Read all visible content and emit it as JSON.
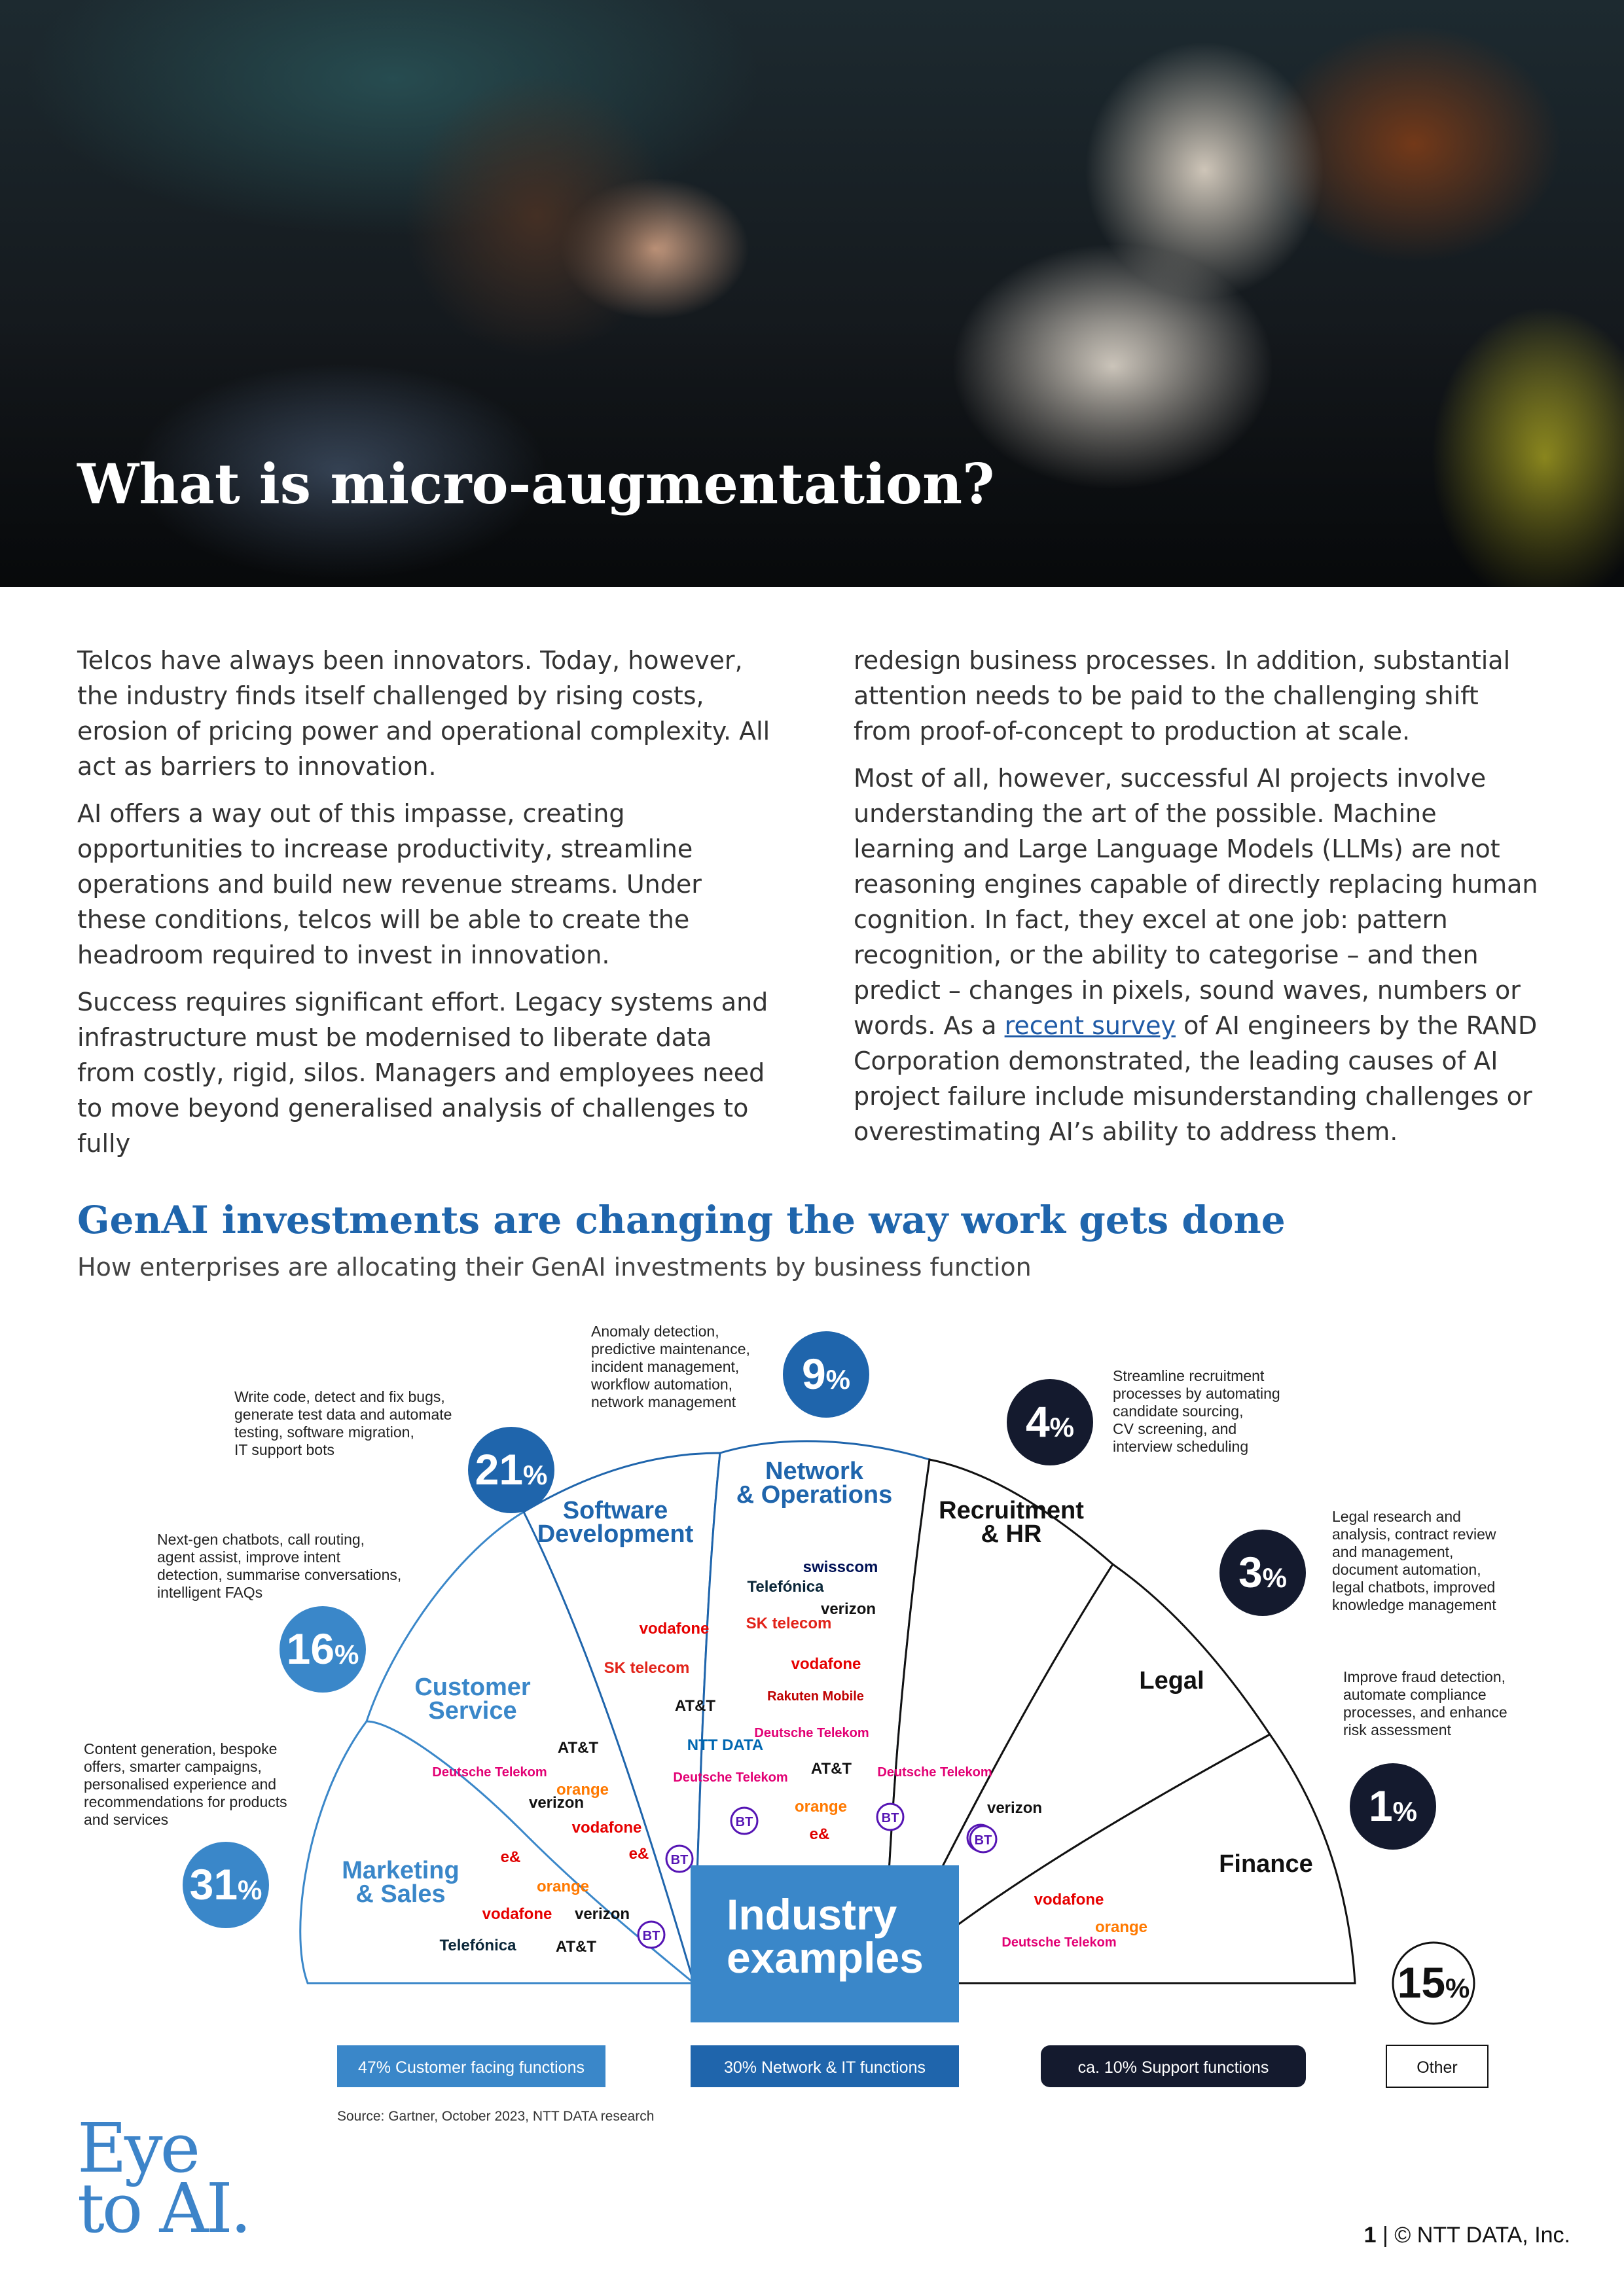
{
  "hero": {
    "title": "What is micro-augmentation?"
  },
  "intro": {
    "left": [
      "Telcos have always been innovators. Today, however, the industry finds itself challenged by rising costs, erosion of pricing power and operational complexity. All act as barriers to innovation.",
      "AI offers a way out of this impasse, creating opportunities to increase productivity, streamline operations and build new revenue streams. Under these conditions, telcos will be able to create the headroom required to invest in innovation.",
      "Success requires significant effort. Legacy systems and infrastructure must be modernised to liberate data from costly, rigid, silos. Managers and employees need to move beyond generalised analysis of challenges to fully"
    ],
    "right_p1": "redesign business processes. In addition, substantial attention needs to be paid to the challenging shift from proof-of-concept to production at scale.",
    "right_p2_before": "Most of all, however, successful AI projects involve understanding the art of the possible. Machine learning and Large Language Models (LLMs) are not reasoning engines capable of directly replacing human cognition. In fact, they excel at one job: pattern recognition, or the ability to categorise – and then predict – changes in pixels, sound waves, numbers or words. As a ",
    "right_p2_link": "recent survey",
    "right_p2_after": " of AI engineers by the RAND Corporation demonstrated, the leading causes of AI project failure include misunderstanding challenges or overestimating AI’s ability to address them."
  },
  "chart_heading": {
    "title": "GenAI investments are changing the way work gets done",
    "subtitle": "How enterprises are allocating their GenAI investments by business function"
  },
  "chart_data": {
    "type": "pie",
    "title": "GenAI investments are changing the way work gets done",
    "subtitle": "How enterprises are allocating their GenAI investments by business function",
    "unit": "%",
    "center_label": [
      "Industry",
      "examples"
    ],
    "slices": [
      {
        "name": "Marketing & Sales",
        "lines": [
          "Marketing",
          "& Sales"
        ],
        "value": 31,
        "group": "customer",
        "description": [
          "Content generation, bespoke",
          "offers, smarter campaigns,",
          "personalised experience and",
          "recommendations for products",
          "and services"
        ],
        "examples": [
          "e&",
          "orange",
          "vodafone",
          "verizon",
          "Telefónica",
          "AT&T",
          "BT"
        ]
      },
      {
        "name": "Customer Service",
        "lines": [
          "Customer",
          "Service"
        ],
        "value": 16,
        "group": "customer",
        "description": [
          "Next-gen chatbots, call routing,",
          "agent assist, improve intent",
          "detection, summarise conversations,",
          "intelligent FAQs"
        ],
        "examples": [
          "Deutsche Telekom",
          "AT&T",
          "orange",
          "verizon",
          "vodafone",
          "e&",
          "BT"
        ]
      },
      {
        "name": "Software Development",
        "lines": [
          "Software",
          "Development"
        ],
        "value": 21,
        "group": "network",
        "description": [
          "Write code, detect and fix bugs,",
          "generate test data and automate",
          "testing, software migration,",
          "IT support bots"
        ],
        "examples": [
          "vodafone",
          "SK telecom",
          "AT&T",
          "NTT DATA",
          "Deutsche Telekom",
          "BT"
        ]
      },
      {
        "name": "Network & Operations",
        "lines": [
          "Network",
          "& Operations"
        ],
        "value": 9,
        "group": "network",
        "description": [
          "Anomaly detection,",
          "predictive maintenance,",
          "incident management,",
          "workflow automation,",
          "network management"
        ],
        "examples": [
          "swisscom",
          "Telefónica",
          "verizon",
          "SK telecom",
          "vodafone",
          "Rakuten Mobile",
          "Deutsche Telekom",
          "AT&T",
          "orange",
          "e&",
          "BT"
        ]
      },
      {
        "name": "Recruitment & HR",
        "lines": [
          "Recruitment",
          "& HR"
        ],
        "value": 4,
        "group": "support",
        "description": [
          "Streamline recruitment",
          "processes by automating",
          "candidate sourcing,",
          "CV screening, and",
          "interview scheduling"
        ],
        "examples": [
          "Deutsche Telekom",
          "BT",
          "verizon"
        ]
      },
      {
        "name": "Legal",
        "lines": [
          "Legal"
        ],
        "value": 3,
        "group": "support",
        "description": [
          "Legal research and",
          "analysis, contract review",
          "and management,",
          "document automation,",
          "legal chatbots, improved",
          "knowledge management"
        ],
        "examples": [
          "BT"
        ]
      },
      {
        "name": "Finance",
        "lines": [
          "Finance"
        ],
        "value": 1,
        "group": "support",
        "description": [
          "Improve fraud detection,",
          "automate compliance",
          "processes, and enhance",
          "risk assessment"
        ],
        "examples": [
          "vodafone",
          "orange",
          "Deutsche Telekom"
        ]
      },
      {
        "name": "Other",
        "lines": [],
        "value": 15,
        "group": "other",
        "description": [],
        "examples": []
      }
    ],
    "legend": [
      {
        "label": "47% Customer facing functions",
        "group": "customer"
      },
      {
        "label": "30% Network & IT functions",
        "group": "network"
      },
      {
        "label": "ca. 10% Support functions",
        "group": "support"
      },
      {
        "label": "Other",
        "group": "other"
      }
    ],
    "source": "Source: Gartner, October 2023, NTT DATA research",
    "colors": {
      "customer": "#3a87c9",
      "network": "#1f65ac",
      "support": "#141a2e",
      "other": "#ffffff",
      "outline_customer": "#3a87c9",
      "outline_support": "#111111"
    },
    "brand_colors": {
      "vodafone": "#e60000",
      "SK telecom": "#e2231a",
      "orange": "#ff7900",
      "e&": "#e00000",
      "AT&T": "#111111",
      "verizon": "#111111",
      "Telefónica": "#0b2739",
      "Deutsche Telekom": "#e20074",
      "BT": "#5514b4",
      "NTT DATA": "#0067b1",
      "swisscom": "#001155",
      "Rakuten Mobile": "#bf0000"
    }
  },
  "logo": {
    "line1": "Eye",
    "line2": "to AI."
  },
  "footer": {
    "page": "1",
    "sep": " | ",
    "copyright": "© NTT DATA, Inc."
  }
}
